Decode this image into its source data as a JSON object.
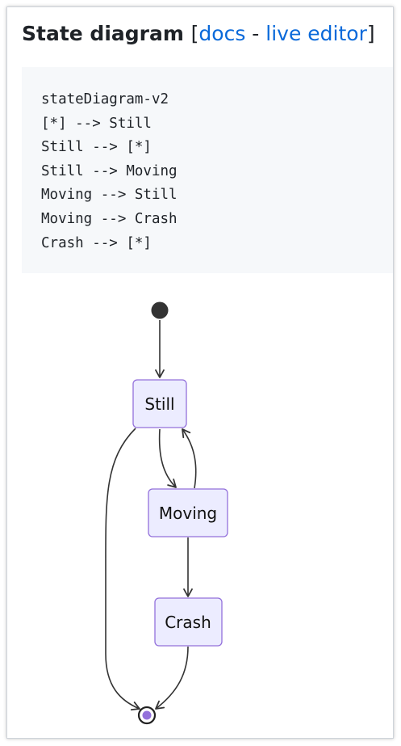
{
  "heading": {
    "title": "State diagram",
    "open_bracket": "[",
    "docs_link": "docs",
    "separator": " - ",
    "live_editor_link": "live editor",
    "close_bracket": "]"
  },
  "code": {
    "lines": [
      "stateDiagram-v2",
      "[*] --> Still",
      "Still --> [*]",
      "Still --> Moving",
      "Moving --> Still",
      "Moving --> Crash",
      "Crash --> [*]"
    ]
  },
  "diagram": {
    "states": {
      "still": "Still",
      "moving": "Moving",
      "crash": "Crash"
    },
    "colors": {
      "state_fill": "#ECECFF",
      "state_border": "#9370DB",
      "edge": "#333333",
      "start_dot": "#333333",
      "end_inner": "#9370DB"
    }
  }
}
